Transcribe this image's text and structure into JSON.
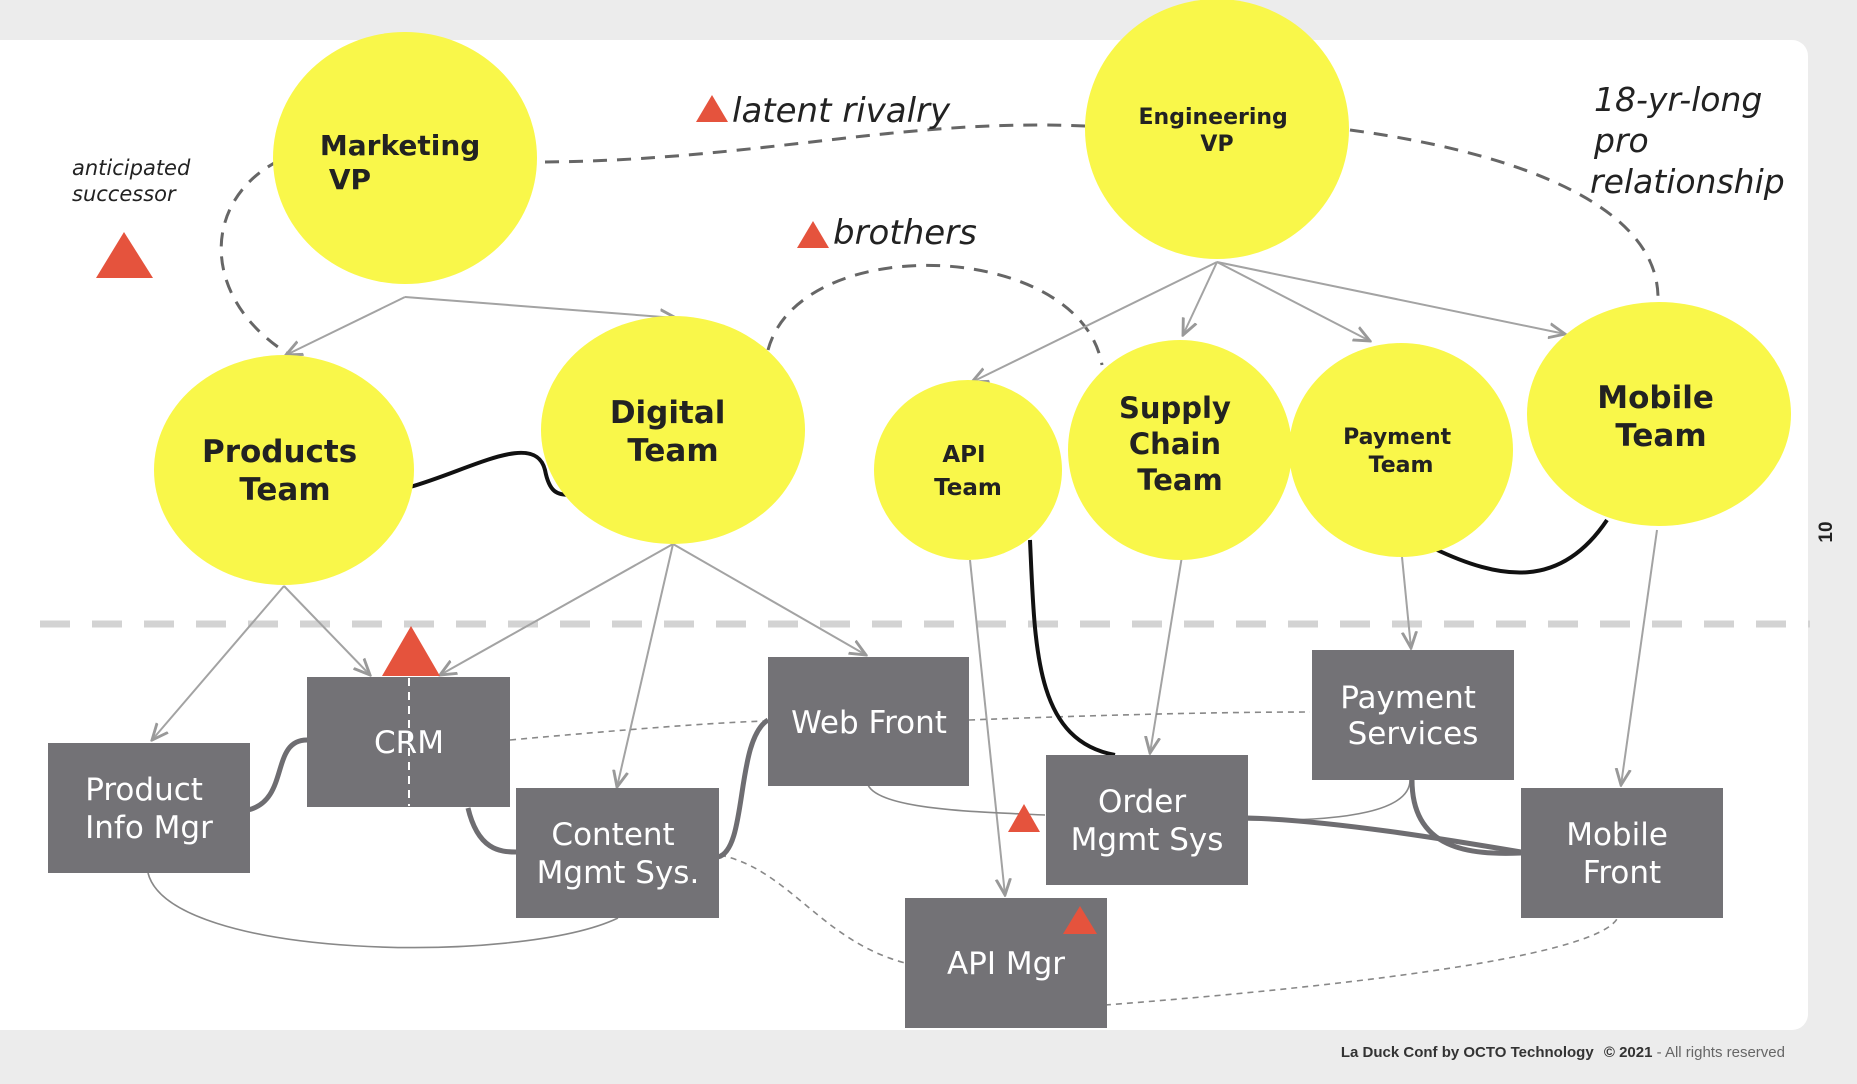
{
  "annotations": {
    "anticipated_successor": [
      "anticipated",
      "successor"
    ],
    "latent_rivalry": "latent rivalry",
    "brothers": "brothers",
    "pro_relationship": [
      "18-yr-long",
      "pro",
      "relationship"
    ]
  },
  "teams": {
    "marketing_vp": [
      "Marketing",
      "VP"
    ],
    "engineering_vp": [
      "Engineering",
      "VP"
    ],
    "products_team": [
      "Products",
      "Team"
    ],
    "digital_team": [
      "Digital",
      "Team"
    ],
    "api_team": [
      "API",
      "Team"
    ],
    "supply_chain_team": [
      "Supply",
      "Chain",
      "Team"
    ],
    "payment_team": [
      "Payment",
      "Team"
    ],
    "mobile_team": [
      "Mobile",
      "Team"
    ]
  },
  "systems": {
    "product_info_mgr": [
      "Product",
      "Info Mgr"
    ],
    "crm": [
      "CRM"
    ],
    "content_mgmt": [
      "Content",
      "Mgmt Sys."
    ],
    "web_front": [
      "Web Front"
    ],
    "order_mgmt": [
      "Order",
      "Mgmt Sys"
    ],
    "payment_services": [
      "Payment",
      "Services"
    ],
    "mobile_front": [
      "Mobile",
      "Front"
    ],
    "api_mgr": [
      "API Mgr"
    ]
  },
  "page_number": "10",
  "footer": {
    "brand": "La Duck Conf by OCTO Technology",
    "year": "© 2021",
    "rights": " - All rights reserved"
  },
  "colors": {
    "team_fill": "#f9f74a",
    "system_fill": "#737276",
    "risk_marker": "#e5533d",
    "background": "#ececec",
    "slide": "#ffffff"
  }
}
